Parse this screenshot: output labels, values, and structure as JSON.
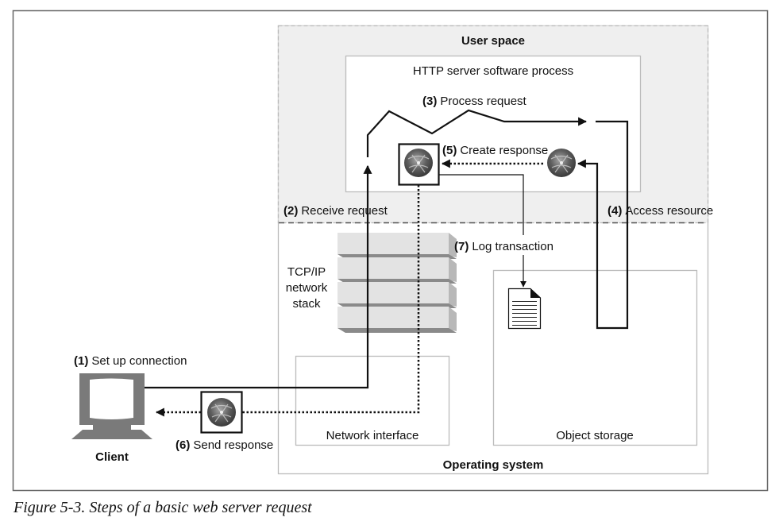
{
  "figure": {
    "caption": "Figure 5-3. Steps of a basic web server request"
  },
  "regions": {
    "user_space": "User space",
    "http_process": "HTTP server software process",
    "operating_system": "Operating system",
    "network_interface": "Network interface",
    "object_storage": "Object storage",
    "tcp_stack": [
      "TCP/IP",
      "network",
      "stack"
    ],
    "client": "Client"
  },
  "steps": [
    {
      "num": "(1)",
      "label": "Set up connection"
    },
    {
      "num": "(2)",
      "label": "Receive request"
    },
    {
      "num": "(3)",
      "label": "Process request"
    },
    {
      "num": "(4)",
      "label": "Access resource"
    },
    {
      "num": "(5)",
      "label": "Create response"
    },
    {
      "num": "(6)",
      "label": "Send response"
    },
    {
      "num": "(7)",
      "label": "Log transaction"
    }
  ],
  "icons": {
    "client": "desktop-computer-icon",
    "response": "globe-resource-icon",
    "log": "document-icon",
    "stack": "layered-stack-icon"
  },
  "colors": {
    "user_space_fill": "#efefef",
    "frame": "#666666",
    "box_border": "#bbbbbb",
    "line": "#111111",
    "stack_face": "#e3e3e3",
    "stack_side": "#b8b8b8",
    "stack_shadow": "#8a8a8a",
    "client_gray": "#7a7a7a"
  }
}
